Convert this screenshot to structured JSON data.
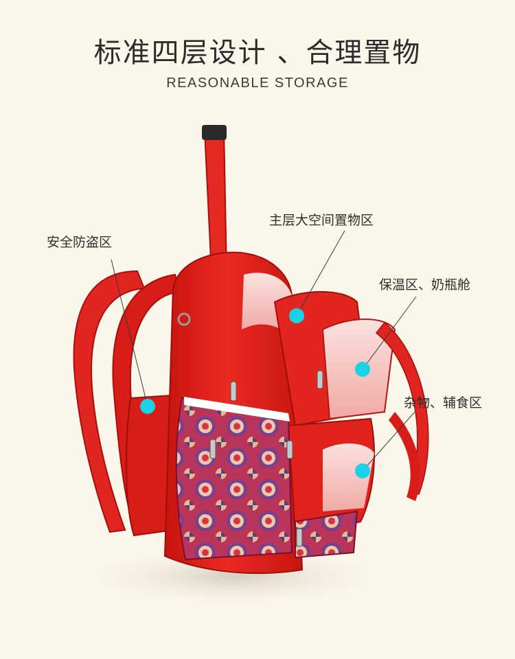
{
  "header": {
    "title": "标准四层设计 、合理置物",
    "subtitle": "REASONABLE STORAGE"
  },
  "callouts": {
    "anti_theft": "安全防盗区",
    "main_space": "主层大空间置物区",
    "insulation": "保温区、奶瓶舱",
    "misc": "杂物、辅食区"
  },
  "colors": {
    "background": "#fbf6ea",
    "bag_red": "#e8231f",
    "marker": "#19d2e6",
    "text": "#2e2e2e"
  }
}
